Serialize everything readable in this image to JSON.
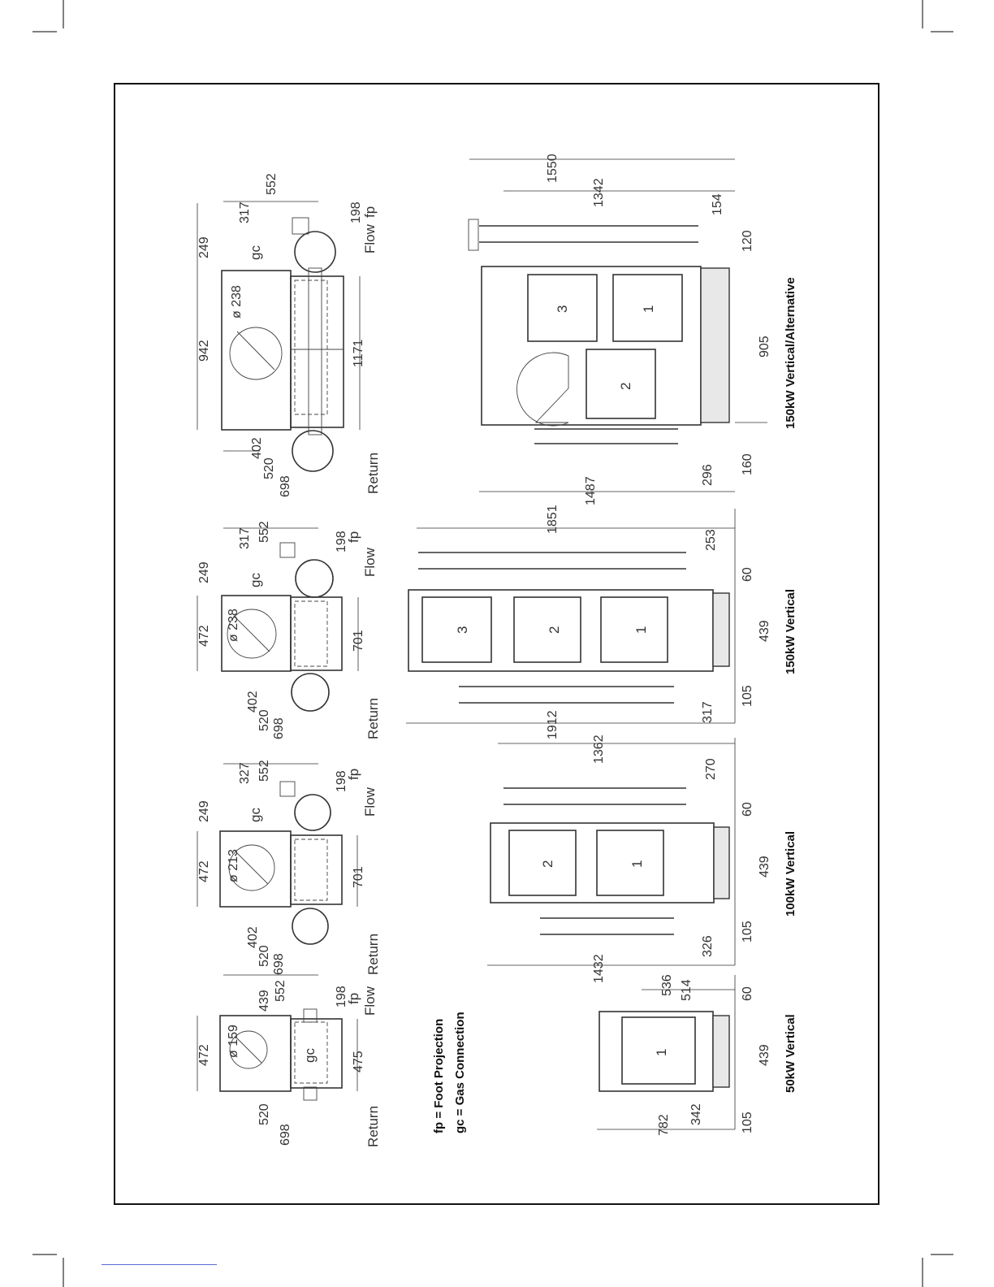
{
  "legend": {
    "fp": "fp = Foot Projection",
    "gc": "gc = Gas Connection"
  },
  "units": {
    "u50": {
      "title": "50kW  Vertical",
      "top": {
        "w472": "472",
        "d159": "ø 159",
        "d439": "439",
        "d552": "552",
        "d198": "198",
        "fp": "fp",
        "gc": "gc",
        "flow": "Flow",
        "d475": "475",
        "d520": "520",
        "d698": "698",
        "ret": "Return"
      },
      "front": {
        "d536": "536",
        "d514": "514",
        "d60": "60",
        "d439": "439",
        "d105": "105",
        "d342": "342",
        "d782": "782",
        "m1": "1"
      }
    },
    "u100": {
      "title": "100kW  Vertical",
      "top": {
        "w249": "249",
        "w472": "472",
        "d213": "ø 213",
        "d327": "327",
        "d552": "552",
        "d198": "198",
        "fp": "fp",
        "gc": "gc",
        "flow": "Flow",
        "d701": "701",
        "d402": "402",
        "d520": "520",
        "d698": "698",
        "ret": "Return"
      },
      "front": {
        "d1362": "1362",
        "d270": "270",
        "d60": "60",
        "d439": "439",
        "d105": "105",
        "d326": "326",
        "d1432": "1432",
        "m1": "1",
        "m2": "2"
      }
    },
    "u150": {
      "title": "150kW  Vertical",
      "top": {
        "w249": "249",
        "w472": "472",
        "d238": "ø 238",
        "d317": "317",
        "d552": "552",
        "d198": "198",
        "fp": "fp",
        "gc": "gc",
        "flow": "Flow",
        "d701": "701",
        "d402": "402",
        "d520": "520",
        "d698": "698",
        "ret": "Return"
      },
      "front": {
        "d1851": "1851",
        "d253": "253",
        "d60": "60",
        "d439": "439",
        "d105": "105",
        "d317": "317",
        "d1912": "1912",
        "m1": "1",
        "m2": "2",
        "m3": "3"
      }
    },
    "u150a": {
      "title": "150kW Vertical/Alternative",
      "top": {
        "w249": "249",
        "w942": "942",
        "d238": "ø 238",
        "d317": "317",
        "d552": "552",
        "d198": "198",
        "fp": "fp",
        "gc": "gc",
        "flow": "Flow",
        "d1171": "1171",
        "d402": "402",
        "d520": "520",
        "d698": "698",
        "ret": "Return"
      },
      "front": {
        "d1550": "1550",
        "d1342": "1342",
        "d154": "154",
        "d120": "120",
        "d905": "905",
        "d160": "160",
        "d296": "296",
        "d1487": "1487",
        "m1": "1",
        "m2": "2",
        "m3": "3"
      }
    }
  }
}
